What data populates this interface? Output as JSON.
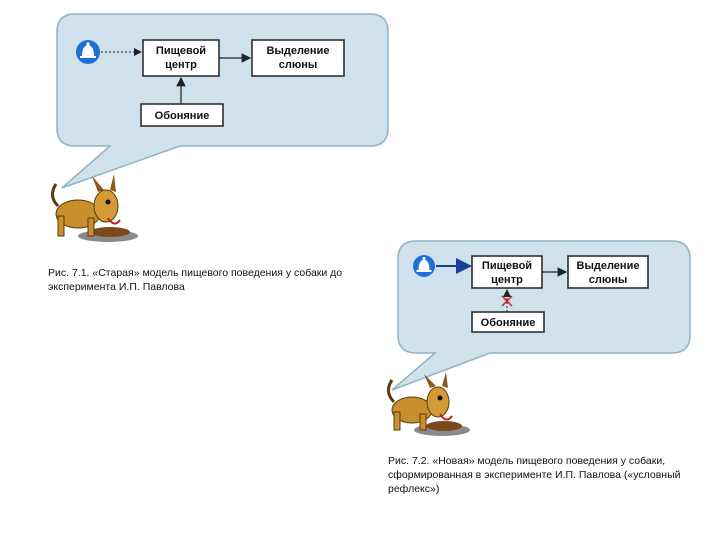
{
  "diagram1": {
    "food_center": [
      "Пищевой",
      "центр"
    ],
    "salivation": [
      "Выделение",
      "слюны"
    ],
    "smell": "Обоняние",
    "caption": [
      "Рис. 7.1. «Старая» модель пищевого поведения у собаки до",
      "эксперимента И.П. Павлова"
    ]
  },
  "diagram2": {
    "food_center": [
      "Пищевой",
      "центр"
    ],
    "salivation": [
      "Выделение",
      "слюны"
    ],
    "smell": "Обоняние",
    "caption": [
      "Рис. 7.2. «Новая» модель пищевого поведения у собаки,",
      "сформированная в эксперименте И.П. Павлова («условный",
      "рефлекс»)"
    ]
  },
  "colors": {
    "bubble_fill": "#cfe2ec",
    "bubble_stroke": "#8fb3c6",
    "bell_blue": "#1f6fd6",
    "arrow": "#222222",
    "solid_arrow_blue": "#1a3f9a",
    "cross_red": "#cc2222",
    "dog_body": "#c8902c"
  },
  "icons": [
    "bell-icon",
    "dog-illustration",
    "cross-icon"
  ]
}
